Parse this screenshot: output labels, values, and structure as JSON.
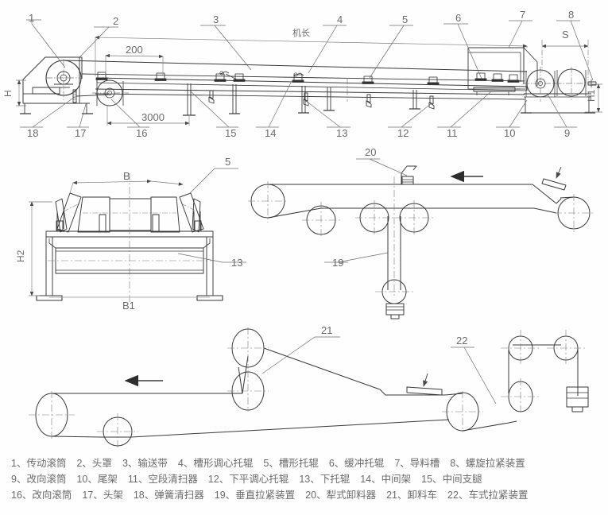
{
  "drawing": {
    "title_note": "Belt conveyor general assembly drawing",
    "line_color": "#3a3a3a",
    "thin_line_color": "#7a7a7a",
    "text_color": "#6b6b6b",
    "background": "#ffffff",
    "dimensions": {
      "pitch_200": "200",
      "spacing_3000": "3000",
      "machine_length": "机长",
      "height_H": "H",
      "height_H1": "H1",
      "height_H2": "H2",
      "width_B": "B",
      "width_B1": "B1",
      "stroke_S": "S"
    },
    "callouts": {
      "view1": [
        "1",
        "2",
        "3",
        "4",
        "5",
        "6",
        "7",
        "8",
        "9",
        "10",
        "11",
        "12",
        "13",
        "14",
        "15",
        "16",
        "17",
        "18"
      ],
      "view2": [
        "5",
        "13"
      ],
      "view3": [
        "19",
        "20"
      ],
      "view4": [
        "21",
        "22"
      ]
    }
  },
  "legend": {
    "rows": [
      [
        {
          "num": "1、",
          "label": "传动滚筒"
        },
        {
          "num": "2、",
          "label": "头罩"
        },
        {
          "num": "3、",
          "label": "输送带"
        },
        {
          "num": "4、",
          "label": "槽形调心托辊"
        },
        {
          "num": "5、",
          "label": "槽形托辊"
        },
        {
          "num": "6、",
          "label": "缓冲托辊"
        },
        {
          "num": "7、",
          "label": "导料槽"
        },
        {
          "num": "8、",
          "label": "螺旋拉紧装置"
        }
      ],
      [
        {
          "num": "9、",
          "label": "改向滚筒"
        },
        {
          "num": "10、",
          "label": "尾架"
        },
        {
          "num": "11、",
          "label": "空段清扫器"
        },
        {
          "num": "12、",
          "label": "下平调心托辊"
        },
        {
          "num": "13、",
          "label": "下托辊"
        },
        {
          "num": "14、",
          "label": "中间架"
        },
        {
          "num": "15、",
          "label": "中间支腿"
        }
      ],
      [
        {
          "num": "16、",
          "label": "改向滚筒"
        },
        {
          "num": "17、",
          "label": "头架"
        },
        {
          "num": "18、",
          "label": "弹簧清扫器"
        },
        {
          "num": "19、",
          "label": "垂直拉紧装置"
        },
        {
          "num": "20、",
          "label": "犁式卸料器"
        },
        {
          "num": "21、",
          "label": "卸料车"
        },
        {
          "num": "22、",
          "label": "车式拉紧装置"
        }
      ]
    ]
  }
}
